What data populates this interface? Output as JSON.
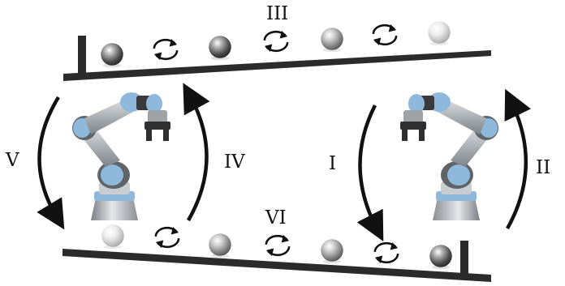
{
  "labels": {
    "I": "I",
    "II": "II",
    "III": "III",
    "IV": "IV",
    "V": "V",
    "VI": "VI"
  },
  "colors": {
    "ramp": "#2b2b2b",
    "arrow": "#111111",
    "robot_joint": "#8fb8dd",
    "robot_link": "#c9cdd1",
    "robot_dark": "#3a3a3a"
  },
  "icons": {
    "ball": "steel-ball",
    "cycle": "rotation-cycle-icon",
    "robot": "robot-arm-gripper"
  },
  "top_row": [
    "ball-dark",
    "cycle",
    "ball-dark",
    "cycle",
    "ball-medium",
    "cycle",
    "ball-light"
  ],
  "bottom_row": [
    "ball-light",
    "cycle",
    "ball-medium",
    "cycle",
    "ball-medium",
    "cycle",
    "ball-dark"
  ]
}
